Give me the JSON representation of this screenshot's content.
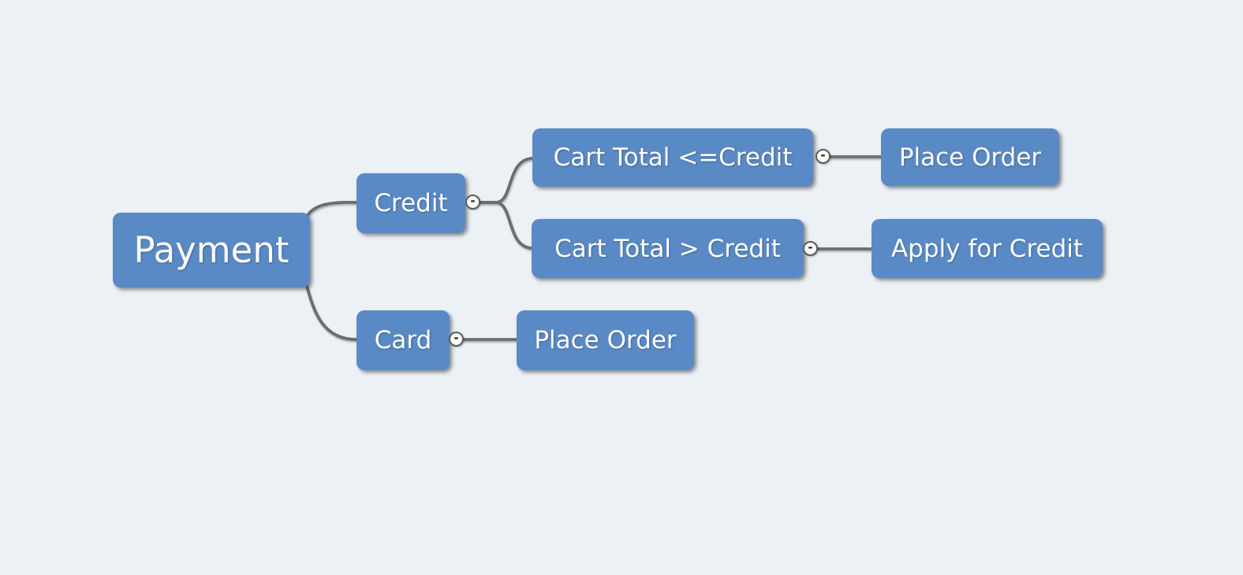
{
  "diagram": {
    "background_color": "#ecf1f5",
    "node_fill_color": "#5a8ac5",
    "node_text_color": "#ffffff",
    "connector_color": "#6d6d6d",
    "toggle": {
      "glyph": "-",
      "fill": "#ffffff",
      "border_color": "#5c5c5c"
    },
    "nodes": [
      {
        "id": "payment",
        "label": "Payment",
        "parent": null
      },
      {
        "id": "credit",
        "label": "Credit",
        "parent": "payment"
      },
      {
        "id": "card",
        "label": "Card",
        "parent": "payment"
      },
      {
        "id": "cart-total-le-credit",
        "label": "Cart Total <=Credit",
        "parent": "credit"
      },
      {
        "id": "place-order-credit",
        "label": "Place Order",
        "parent": "cart-total-le-credit"
      },
      {
        "id": "cart-total-gt-credit",
        "label": "Cart Total > Credit",
        "parent": "credit"
      },
      {
        "id": "apply-for-credit",
        "label": "Apply for Credit",
        "parent": "cart-total-gt-credit"
      },
      {
        "id": "place-order-card",
        "label": "Place Order",
        "parent": "card"
      }
    ],
    "edges": [
      {
        "from": "payment",
        "to": "credit"
      },
      {
        "from": "payment",
        "to": "card"
      },
      {
        "from": "credit",
        "to": "cart-total-le-credit"
      },
      {
        "from": "credit",
        "to": "cart-total-gt-credit"
      },
      {
        "from": "cart-total-le-credit",
        "to": "place-order-credit"
      },
      {
        "from": "cart-total-gt-credit",
        "to": "apply-for-credit"
      },
      {
        "from": "card",
        "to": "place-order-card"
      }
    ]
  }
}
